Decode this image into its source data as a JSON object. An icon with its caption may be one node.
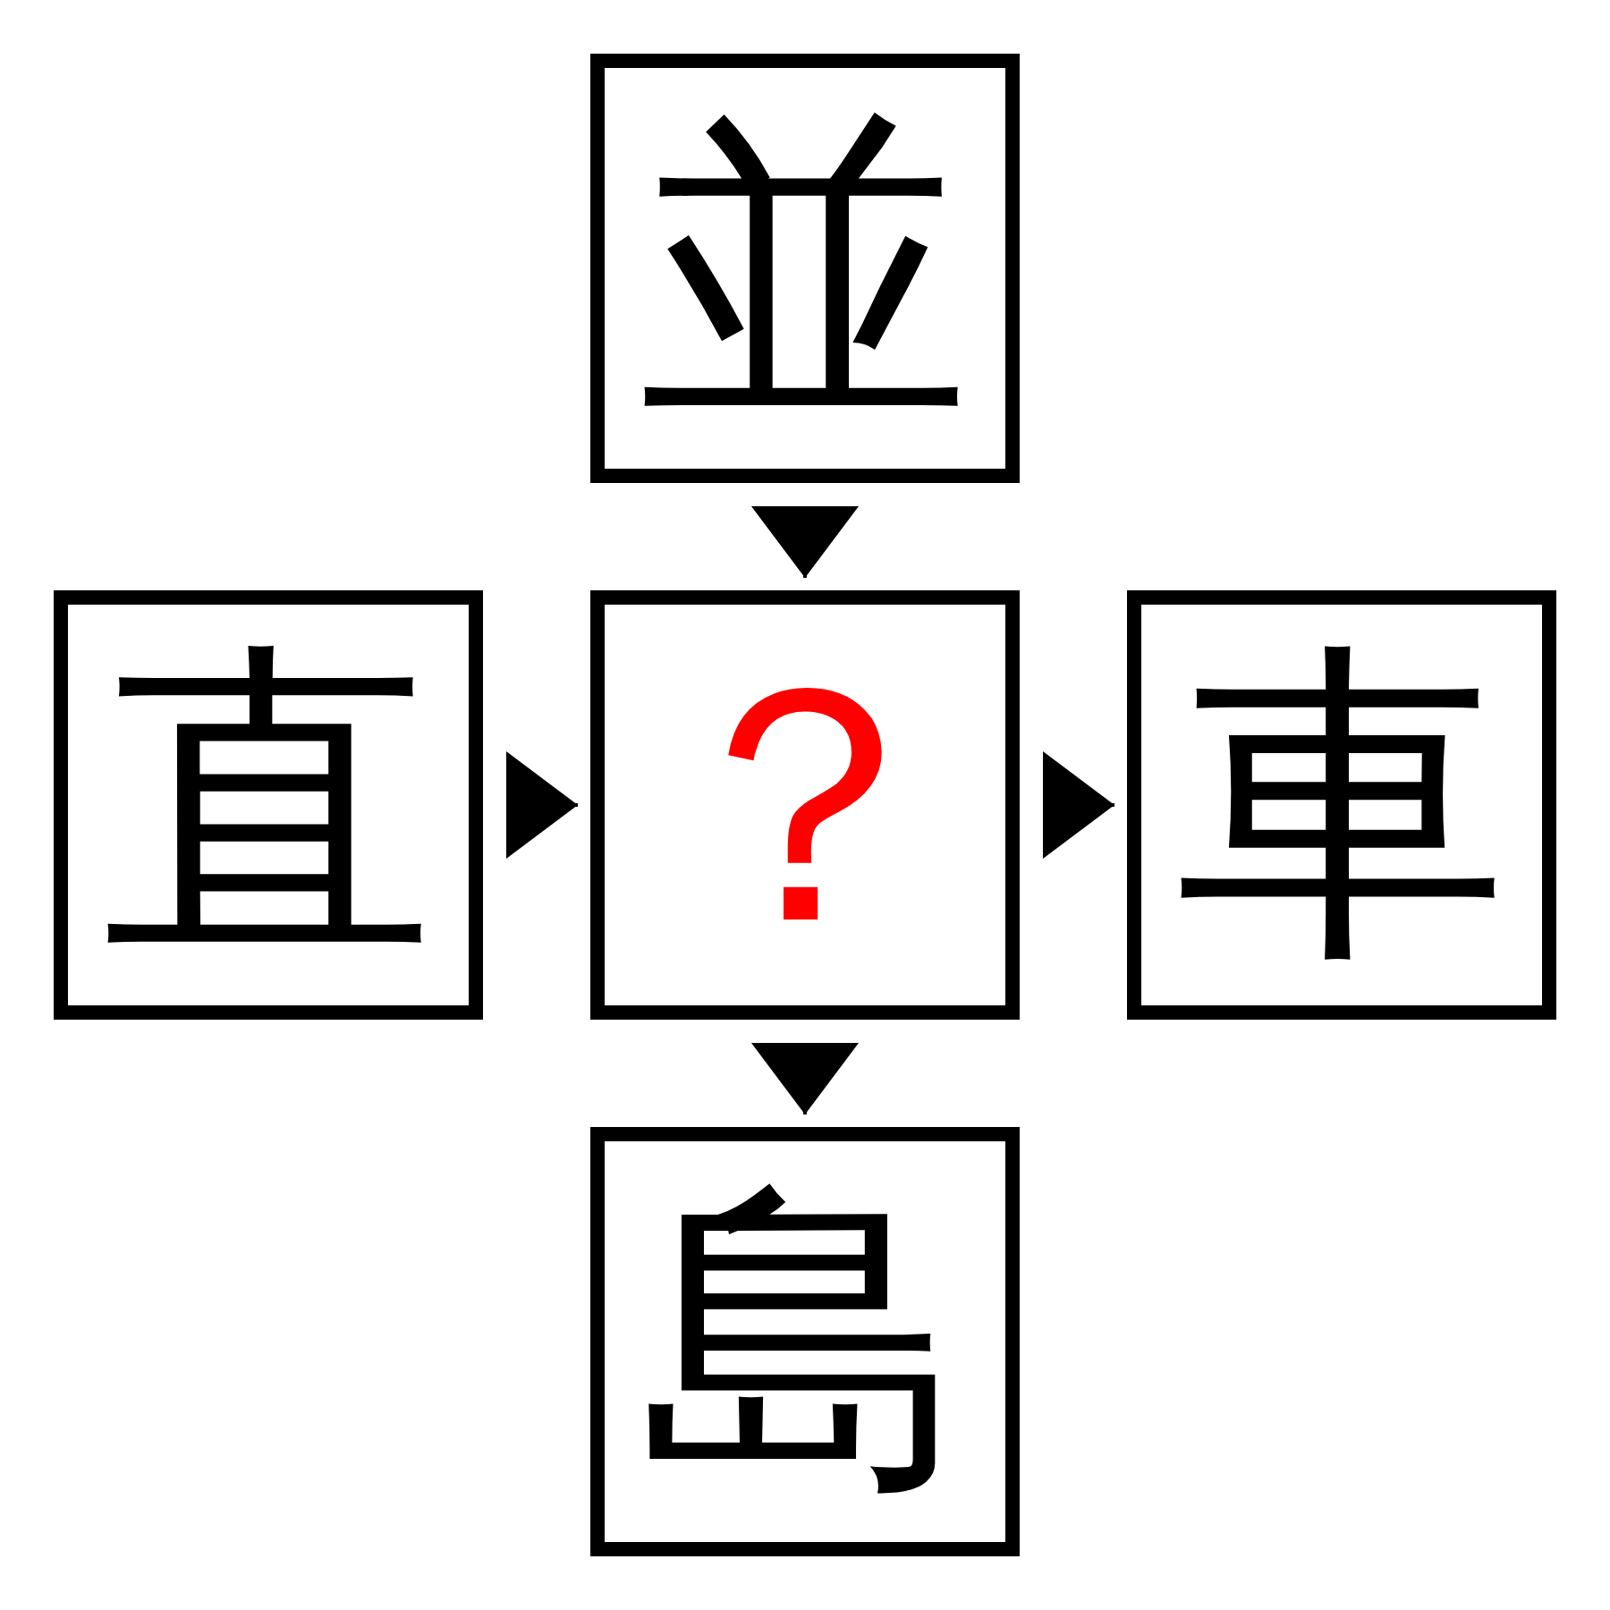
{
  "diagram": {
    "nodes": [
      {
        "text": [
          "並"
        ]
      },
      {
        "text": [
          "直"
        ]
      },
      {
        "text": [
          "？"
        ]
      },
      {
        "text": [
          "車"
        ]
      },
      {
        "text": [
          "島"
        ]
      }
    ],
    "edges": [
      {
        "from": 0,
        "to": 2,
        "arrow": "to"
      },
      {
        "from": 1,
        "to": 2,
        "arrow": "to"
      },
      {
        "from": 2,
        "to": 3,
        "arrow": "to"
      },
      {
        "from": 2,
        "to": 4,
        "arrow": "to"
      }
    ]
  }
}
